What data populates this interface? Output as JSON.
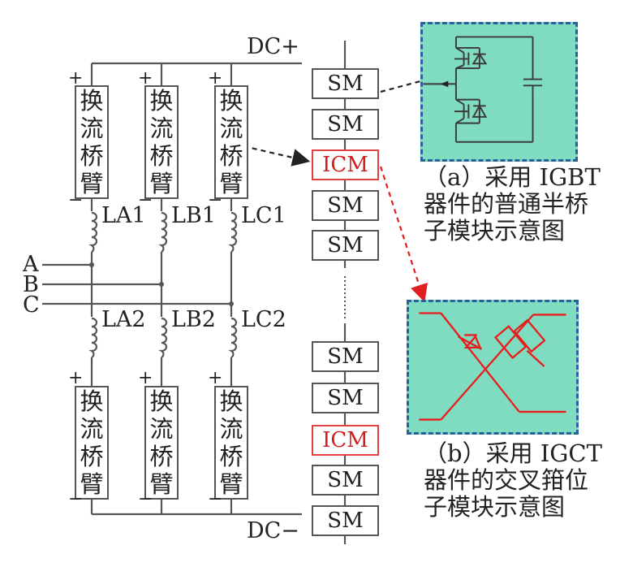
{
  "bus": {
    "dc_plus": "DC+",
    "dc_minus": "DC−"
  },
  "phases": {
    "a": "A",
    "b": "B",
    "c": "C"
  },
  "arms": {
    "upper": [
      {
        "plus": "+",
        "minus": "−",
        "chars": [
          "换",
          "流",
          "桥",
          "臂"
        ]
      },
      {
        "plus": "+",
        "minus": "−",
        "chars": [
          "换",
          "流",
          "桥",
          "臂"
        ]
      },
      {
        "plus": "+",
        "minus": "−",
        "chars": [
          "换",
          "流",
          "桥",
          "臂"
        ]
      }
    ],
    "lower": [
      {
        "plus": "+",
        "minus": "−",
        "chars": [
          "换",
          "流",
          "桥",
          "臂"
        ]
      },
      {
        "plus": "+",
        "minus": "−",
        "chars": [
          "换",
          "流",
          "桥",
          "臂"
        ]
      },
      {
        "plus": "+",
        "minus": "−",
        "chars": [
          "换",
          "流",
          "桥",
          "臂"
        ]
      }
    ]
  },
  "inductors": {
    "upper": [
      "LA1",
      "LB1",
      "LC1"
    ],
    "lower": [
      "LA2",
      "LB2",
      "LC2"
    ]
  },
  "modules": {
    "top": [
      "SM",
      "SM",
      "ICM",
      "SM",
      "SM"
    ],
    "bottom": [
      "SM",
      "SM",
      "ICM",
      "SM",
      "SM"
    ]
  },
  "captions": {
    "a": [
      "（a）采用 IGBT",
      "器件的普通半桥",
      "子模块示意图"
    ],
    "b": [
      "（b）采用 IGCT",
      "器件的交叉箝位",
      "子模块示意图"
    ]
  },
  "colors": {
    "panel_fill": "#80dcc0",
    "panel_border": "#2d5fa0",
    "icm_red": "#d21e1e",
    "igct_red": "#e81e1e",
    "line": "#555555"
  }
}
